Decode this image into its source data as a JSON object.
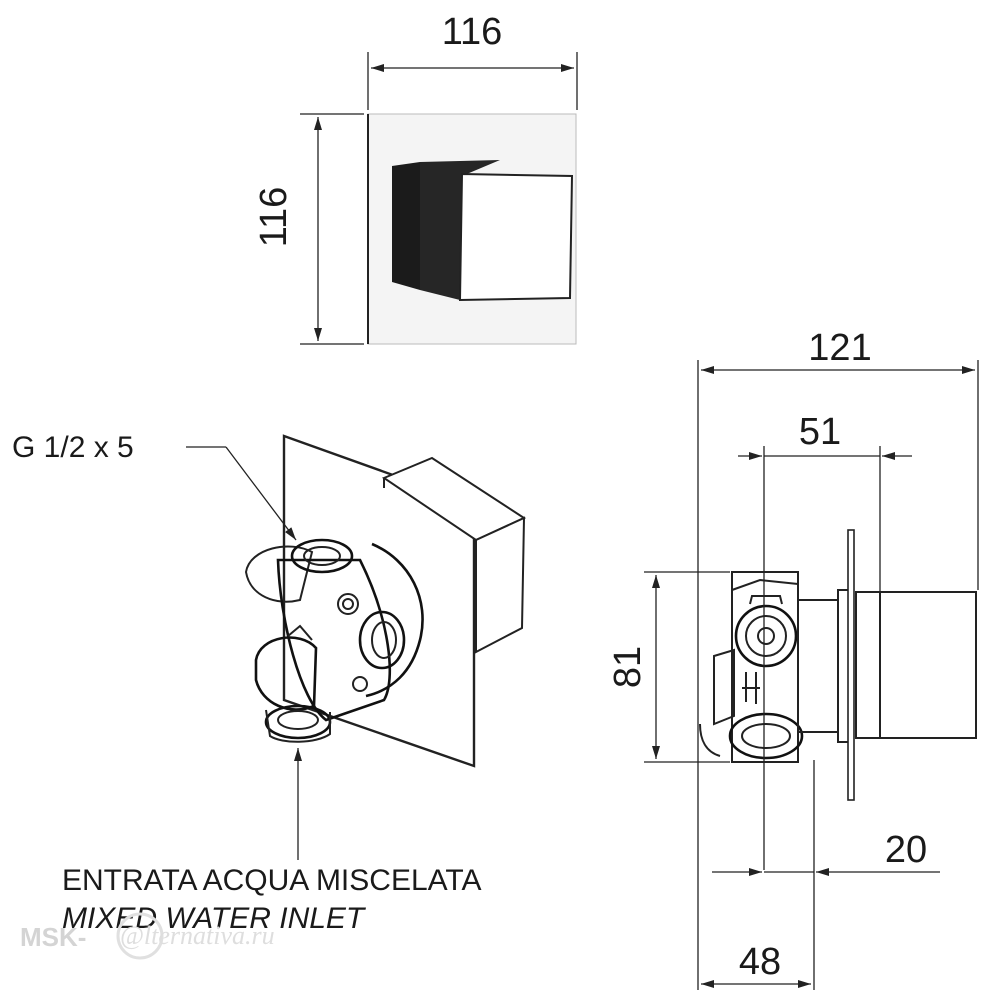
{
  "dimensions": {
    "front_width": "116",
    "front_height": "116",
    "side_total_depth": "121",
    "side_body_width": "51",
    "side_height": "81",
    "side_plate_offset": "20",
    "side_bottom_width": "48"
  },
  "labels": {
    "thread_spec": "G 1/2 x 5",
    "inlet_italian": "ENTRATA ACQUA MISCELATA",
    "inlet_english": "MIXED WATER INLET"
  },
  "watermark": {
    "brand": "MSK-",
    "script": "@lternativa.ru"
  },
  "colors": {
    "line": "#222222",
    "handle_dark": "#1b1b1b",
    "handle_light": "#ffffff",
    "plate_shade": "#f2f2f2"
  }
}
